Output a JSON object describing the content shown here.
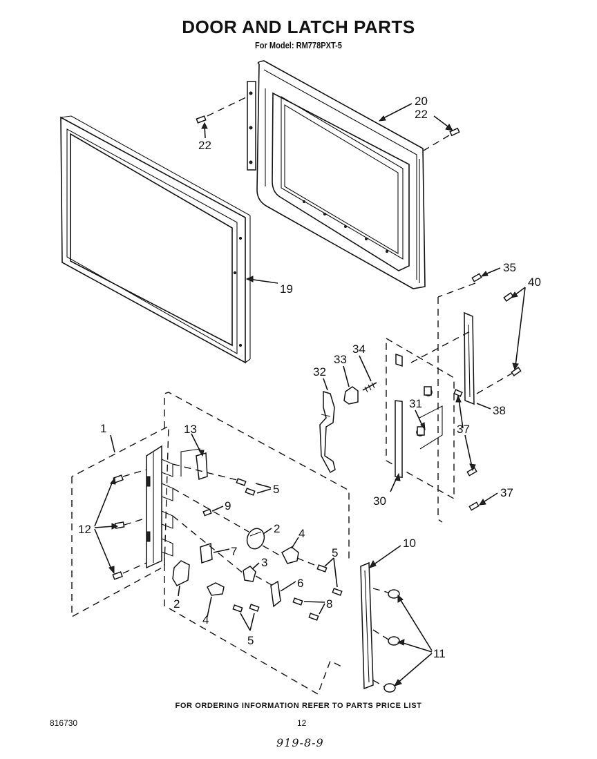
{
  "title": "DOOR AND  LATCH PARTS",
  "subtitle": "For Model: RM778PXT-5",
  "footer_note": "FOR ORDERING INFORMATION REFER TO PARTS PRICE LIST",
  "doc_number": "816730",
  "page_number": "12",
  "handwritten": "919-8-9",
  "callouts": {
    "c1": "1",
    "c2a": "2",
    "c2b": "2",
    "c3": "3",
    "c4a": "4",
    "c4b": "4",
    "c5a": "5",
    "c5b": "5",
    "c5c": "5",
    "c6": "6",
    "c7": "7",
    "c8": "8",
    "c9": "9",
    "c10": "10",
    "c11": "11",
    "c12": "12",
    "c13": "13",
    "c19": "19",
    "c20": "20",
    "c22a": "22",
    "c22b": "22",
    "c30": "30",
    "c31": "31",
    "c32": "32",
    "c33": "33",
    "c34": "34",
    "c35": "35",
    "c37a": "37",
    "c37b": "37",
    "c38": "38",
    "c40": "40"
  }
}
